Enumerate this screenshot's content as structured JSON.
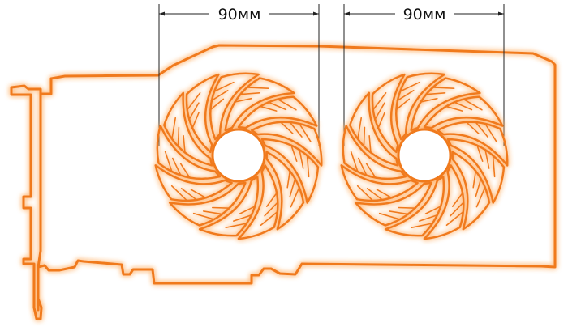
{
  "diagram": {
    "colors": {
      "outline": "#f07a1e",
      "glow": "#ffb066",
      "dimension": "#222222",
      "background": "#ffffff"
    },
    "dimensions": [
      {
        "label": "90мм"
      },
      {
        "label": "90мм"
      }
    ],
    "fans": [
      {
        "blades": 13
      },
      {
        "blades": 13
      }
    ]
  }
}
